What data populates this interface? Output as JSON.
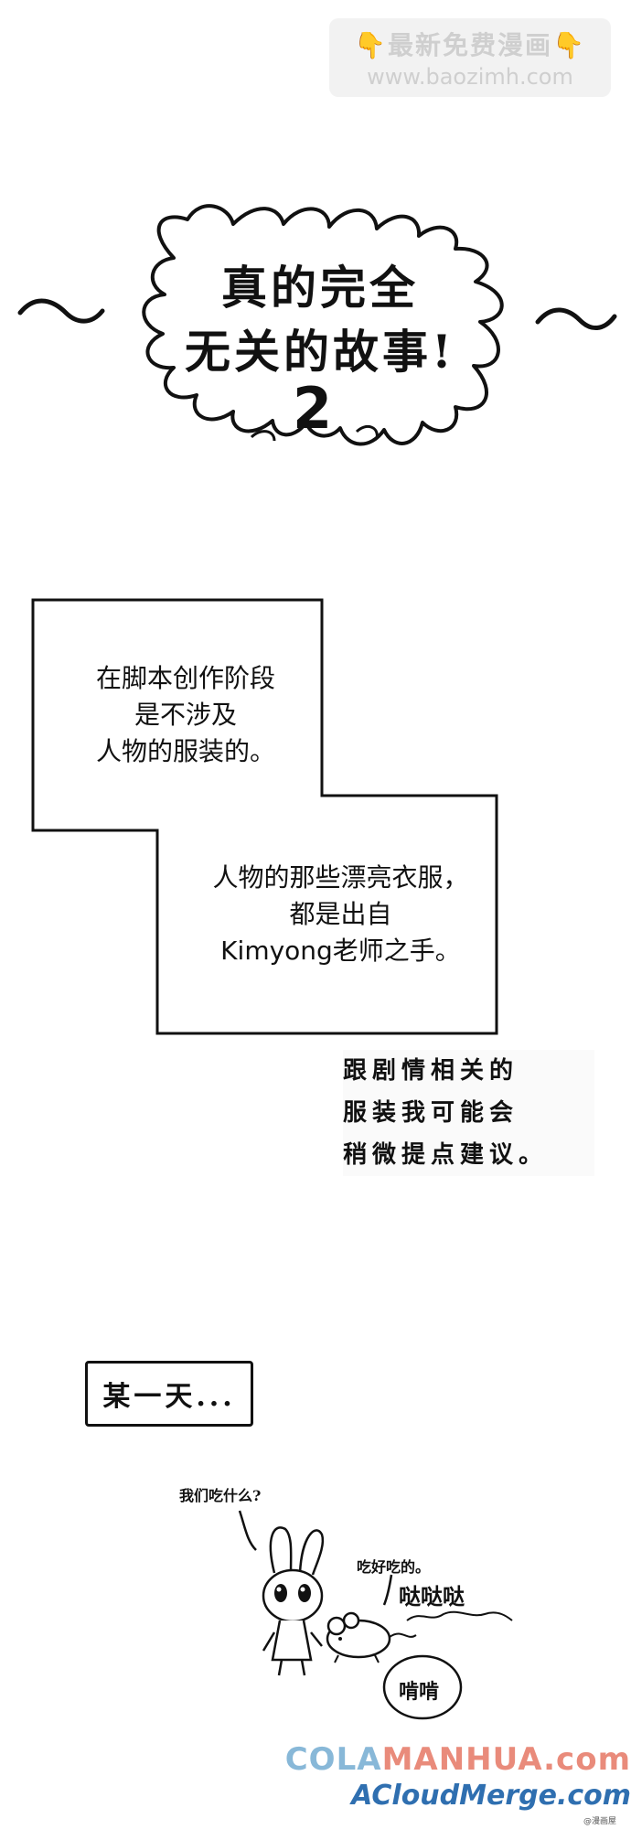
{
  "watermark_top": {
    "line1": "最新免费漫画",
    "line1_icon_left": "👇",
    "line1_icon_right": "👇",
    "line2": "www.baozimh.com"
  },
  "title": {
    "line1": "真的完全",
    "line2": "无关的故事!",
    "number": "2"
  },
  "dialog_box_1": {
    "lines": [
      "在脚本创作阶段",
      "是不涉及",
      "人物的服装的。"
    ]
  },
  "dialog_box_2": {
    "lines": [
      "人物的那些漂亮衣服，",
      "都是出自",
      "Kimyong老师之手。"
    ]
  },
  "handwritten_note": {
    "lines": [
      "跟剧情相关的",
      "服装我可能会",
      "稍微提点建议。"
    ]
  },
  "caption": {
    "text": "某一天..."
  },
  "scene": {
    "question": "我们吃什么?",
    "answer": "吃好吃的。",
    "sound1": "哒哒哒",
    "sound2": "啃啃"
  },
  "watermark_bottom": {
    "part1": "COLA",
    "part2": "MANHUA.com",
    "line2": "ACloudMerge.com",
    "corner": "@漫画屋"
  }
}
